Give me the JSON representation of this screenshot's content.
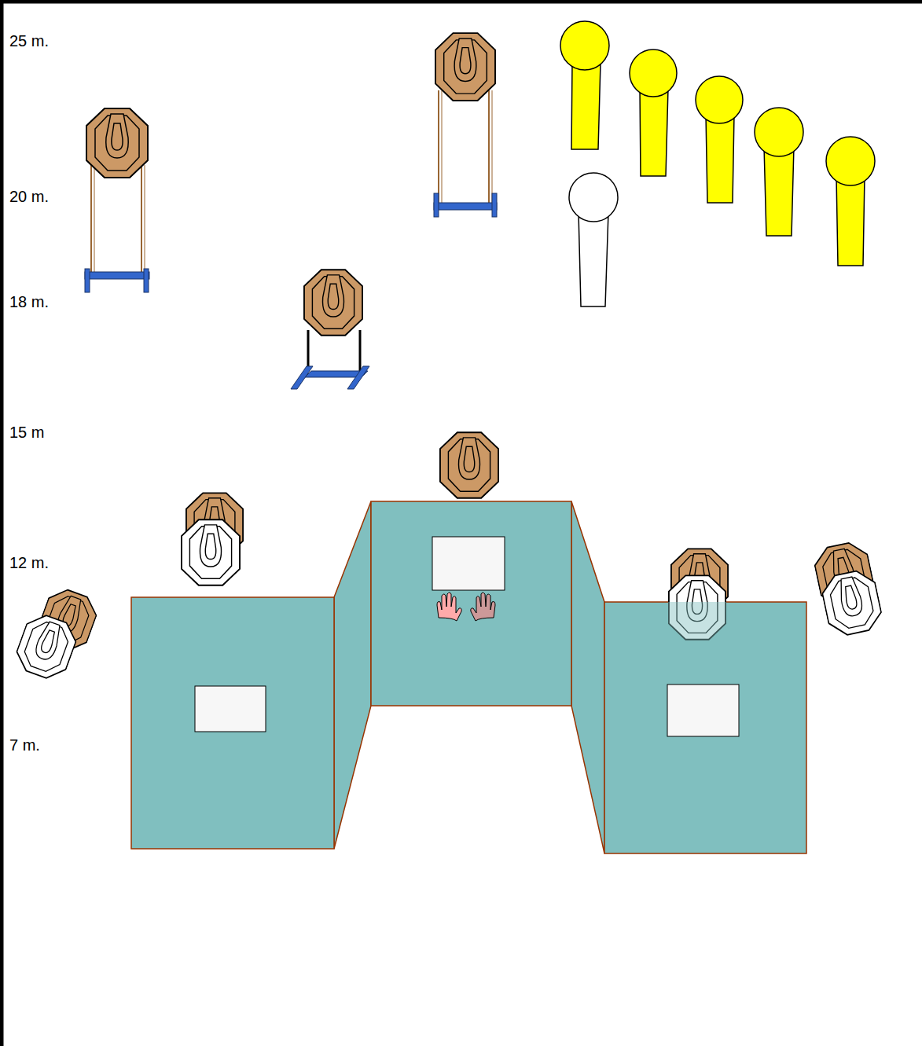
{
  "diagram": {
    "labels": [
      "25 m.",
      "20 m.",
      "18 m.",
      "15 m",
      "12 m.",
      "7 m."
    ]
  }
}
